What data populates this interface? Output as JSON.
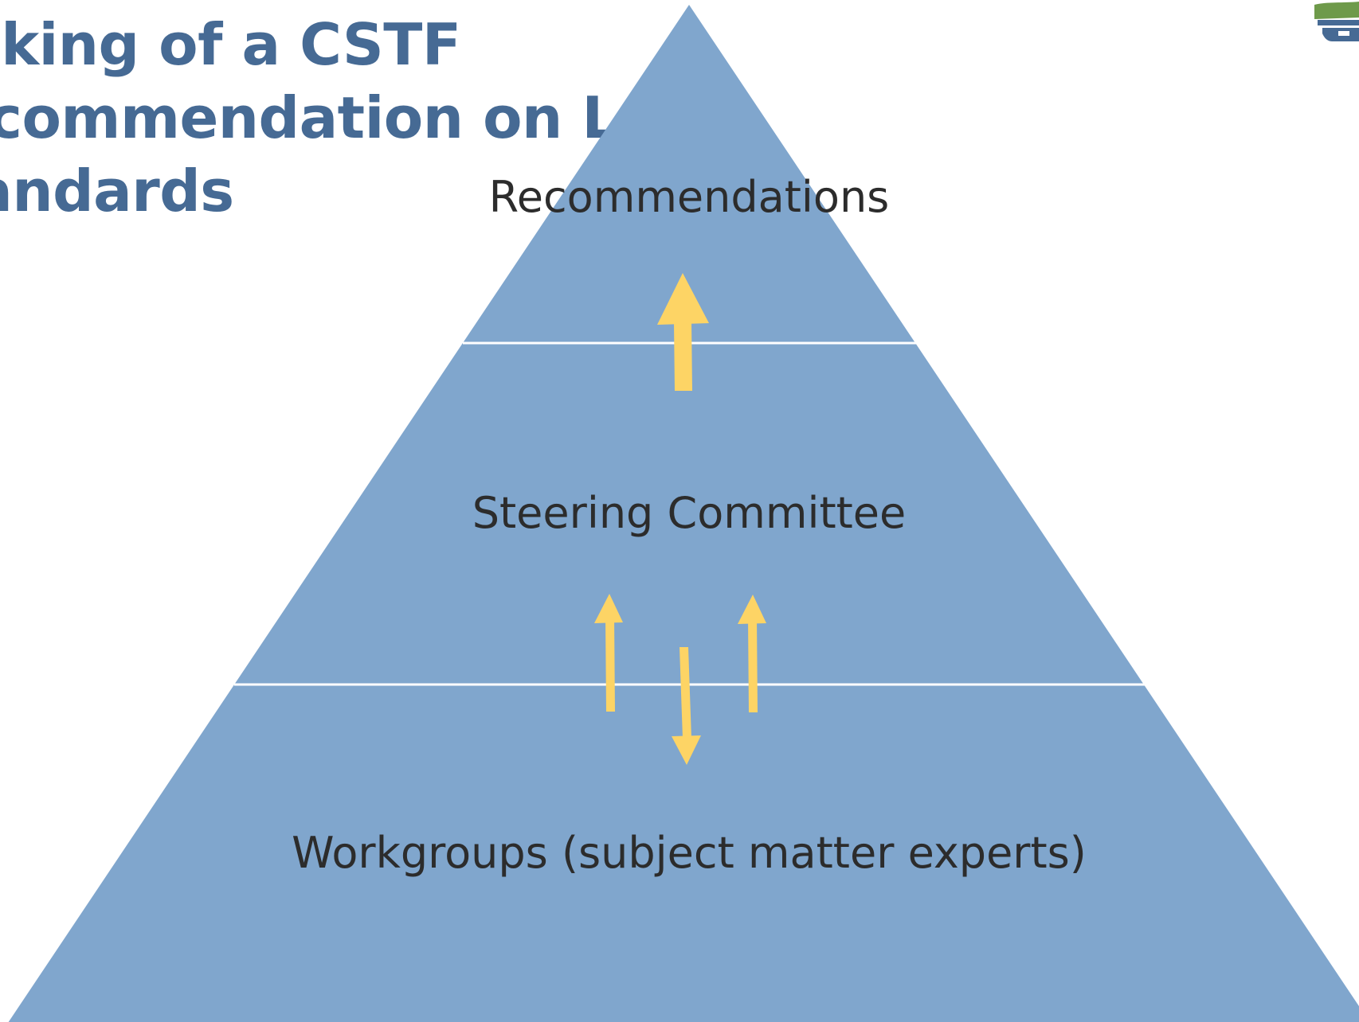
{
  "slide": {
    "title_lines": [
      "Making of a CSTF",
      "Recommendation on Lab",
      "Standards"
    ]
  },
  "pyramid": {
    "fill_color": "#80a6cd",
    "divider_color": "#ffffff",
    "arrow_color": "#fdd465",
    "tiers": [
      {
        "label": "Recommendations"
      },
      {
        "label": "Steering Committee"
      },
      {
        "label": "Workgroups (subject matter experts)"
      }
    ]
  },
  "logo": {
    "icon": "organization-logo-icon",
    "colors": [
      "#6e9a4a",
      "#466a94"
    ]
  }
}
